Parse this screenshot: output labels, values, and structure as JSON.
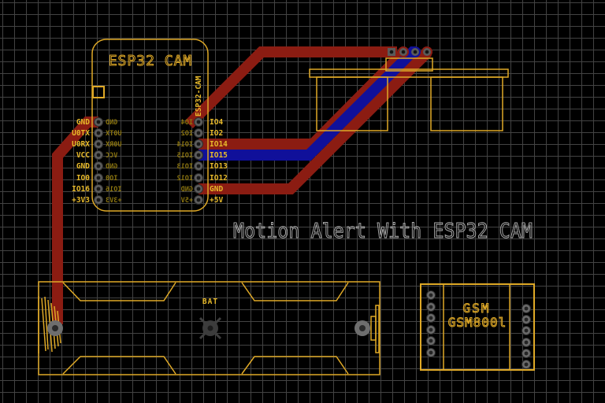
{
  "title": {
    "text": "Motion Alert With ESP32 CAM"
  },
  "colors": {
    "background": "#000000",
    "grid": "#434343",
    "silkscreen": "#dfa927",
    "pin_label_yellow": "#e8ba2b",
    "mirror_label_olive": "#8a7410",
    "trace_top_red": "#8b1c12",
    "trace_bottom_blue": "#10109a",
    "pad_ring_gray": "#5d5d5d",
    "pad_hole_dark": "#181818",
    "title_gray": "#aeaeae"
  },
  "esp32": {
    "name": "ESP32 CAM",
    "vertical_label": "ESP32-CAM",
    "left_pins": [
      "GND",
      "U0TX",
      "U0RX",
      "VCC",
      "GND",
      "IO0",
      "IO16",
      "+3V3"
    ],
    "right_pins": [
      "IO4",
      "IO2",
      "IO14",
      "IO15",
      "IO13",
      "IO12",
      "GND",
      "+5V"
    ]
  },
  "battery": {
    "label": "BAT"
  },
  "gsm": {
    "line1": "GSM",
    "line2": "GSM800l"
  }
}
